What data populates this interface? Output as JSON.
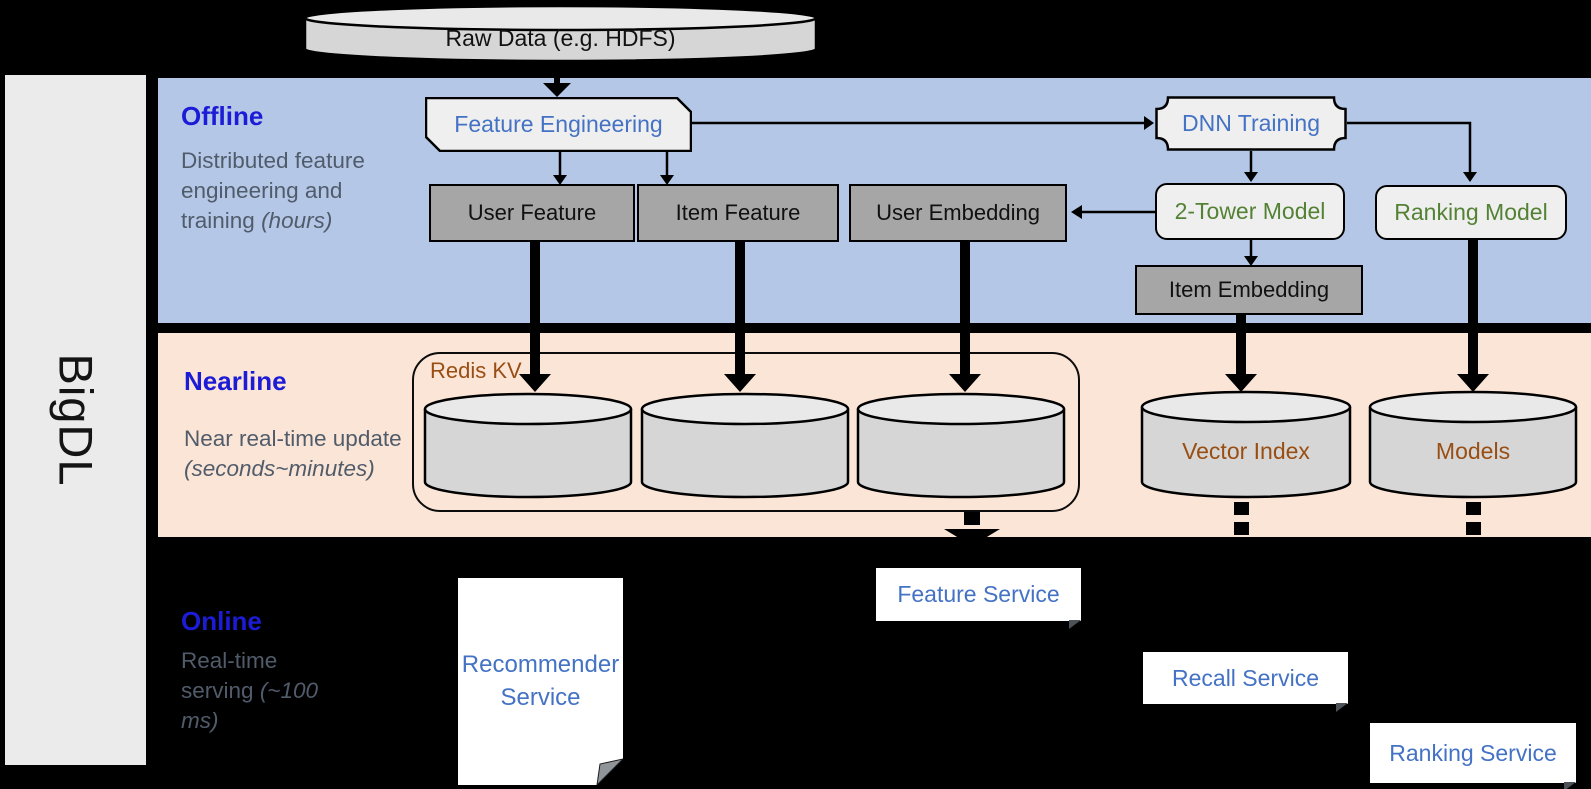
{
  "framework": {
    "label": "BigDL"
  },
  "source": {
    "label": "Raw Data (e.g. HDFS)"
  },
  "sections": {
    "offline": {
      "label": "Offline",
      "desc": "Distributed feature engineering and training",
      "desc_em": "(hours)"
    },
    "nearline": {
      "label": "Nearline",
      "desc": "Near real-time update",
      "desc_em": "(seconds~minutes)"
    },
    "online": {
      "label": "Online",
      "desc": "Real-time serving",
      "desc_em": "(~100 ms)"
    }
  },
  "nodes": {
    "feature_engineering": "Feature Engineering",
    "dnn_training": "DNN Training",
    "user_feature": "User Feature",
    "item_feature": "Item Feature",
    "user_embedding": "User Embedding",
    "two_tower_model": "2-Tower Model",
    "ranking_model": "Ranking Model",
    "item_embedding": "Item Embedding",
    "redis_kv": "Redis KV",
    "vector_index": "Vector Index",
    "models": "Models",
    "recommender_service": "Recommender Service",
    "feature_service": "Feature Service",
    "recall_service": "Recall Service",
    "ranking_service": "Ranking Service"
  },
  "colors": {
    "background": "#000000",
    "framework_bar": "#ebebeb",
    "offline_band": "#b4c7e7",
    "nearline_band": "#fbe5d6",
    "gray_box": "#a6a6a6",
    "light_box": "#efefef",
    "cylinder_body": "#d6d6d6",
    "cylinder_top": "#e9e9e9",
    "service_box": "#ffffff",
    "blue_text": "#4472c4",
    "green_text": "#548235",
    "brown_text": "#994e13",
    "section_label_blue": "#1c1cd6",
    "desc_gray": "#515c6b",
    "line_black": "#000000"
  }
}
